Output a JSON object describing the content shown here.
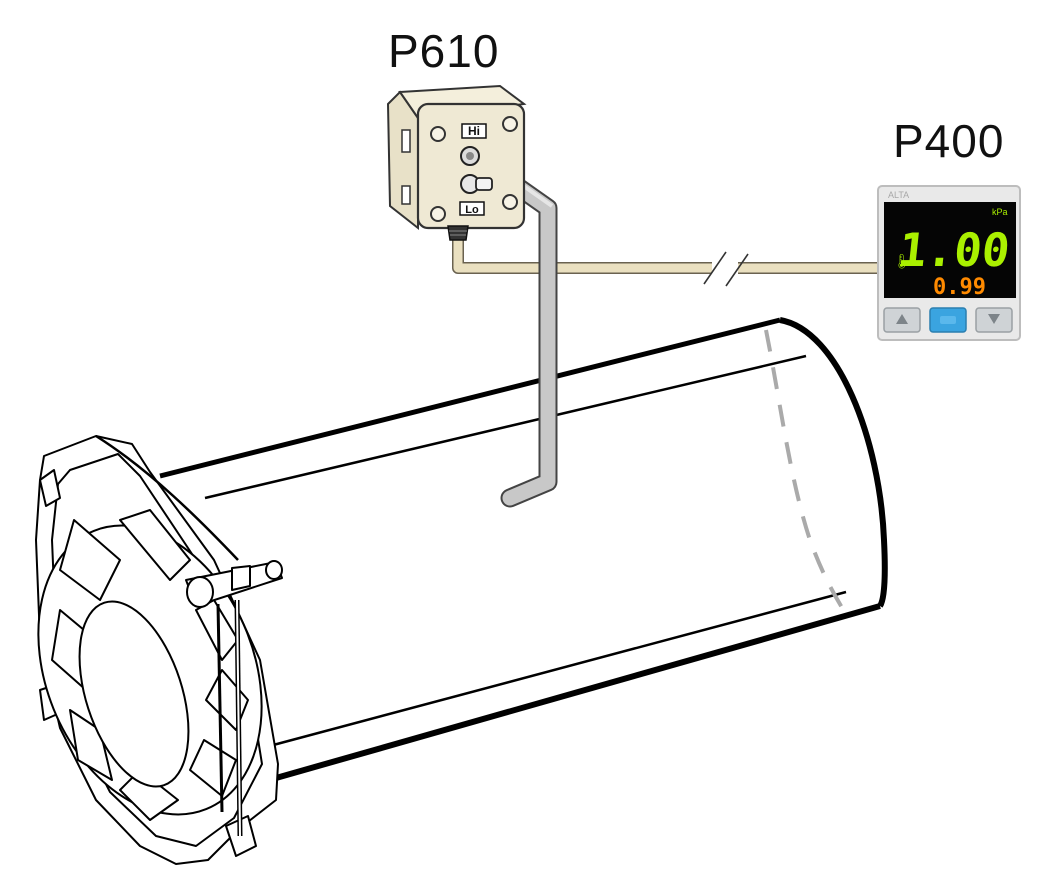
{
  "labels": {
    "sensor": "P610",
    "display": "P400"
  },
  "sensor_ports": {
    "high": "Hi",
    "low": "Lo"
  },
  "display": {
    "brand": "ALTA",
    "unit": "kPa",
    "main_value": "1.00",
    "sub_value": "0.99"
  },
  "colors": {
    "lcd_background": "#050505",
    "main_digits": "#aaf000",
    "sub_digits": "#ff8a00",
    "cable": "#eae0c0",
    "tube": "#c8c8c8",
    "housing": "#efe9d4",
    "middle_button": "#3aa4e0"
  }
}
